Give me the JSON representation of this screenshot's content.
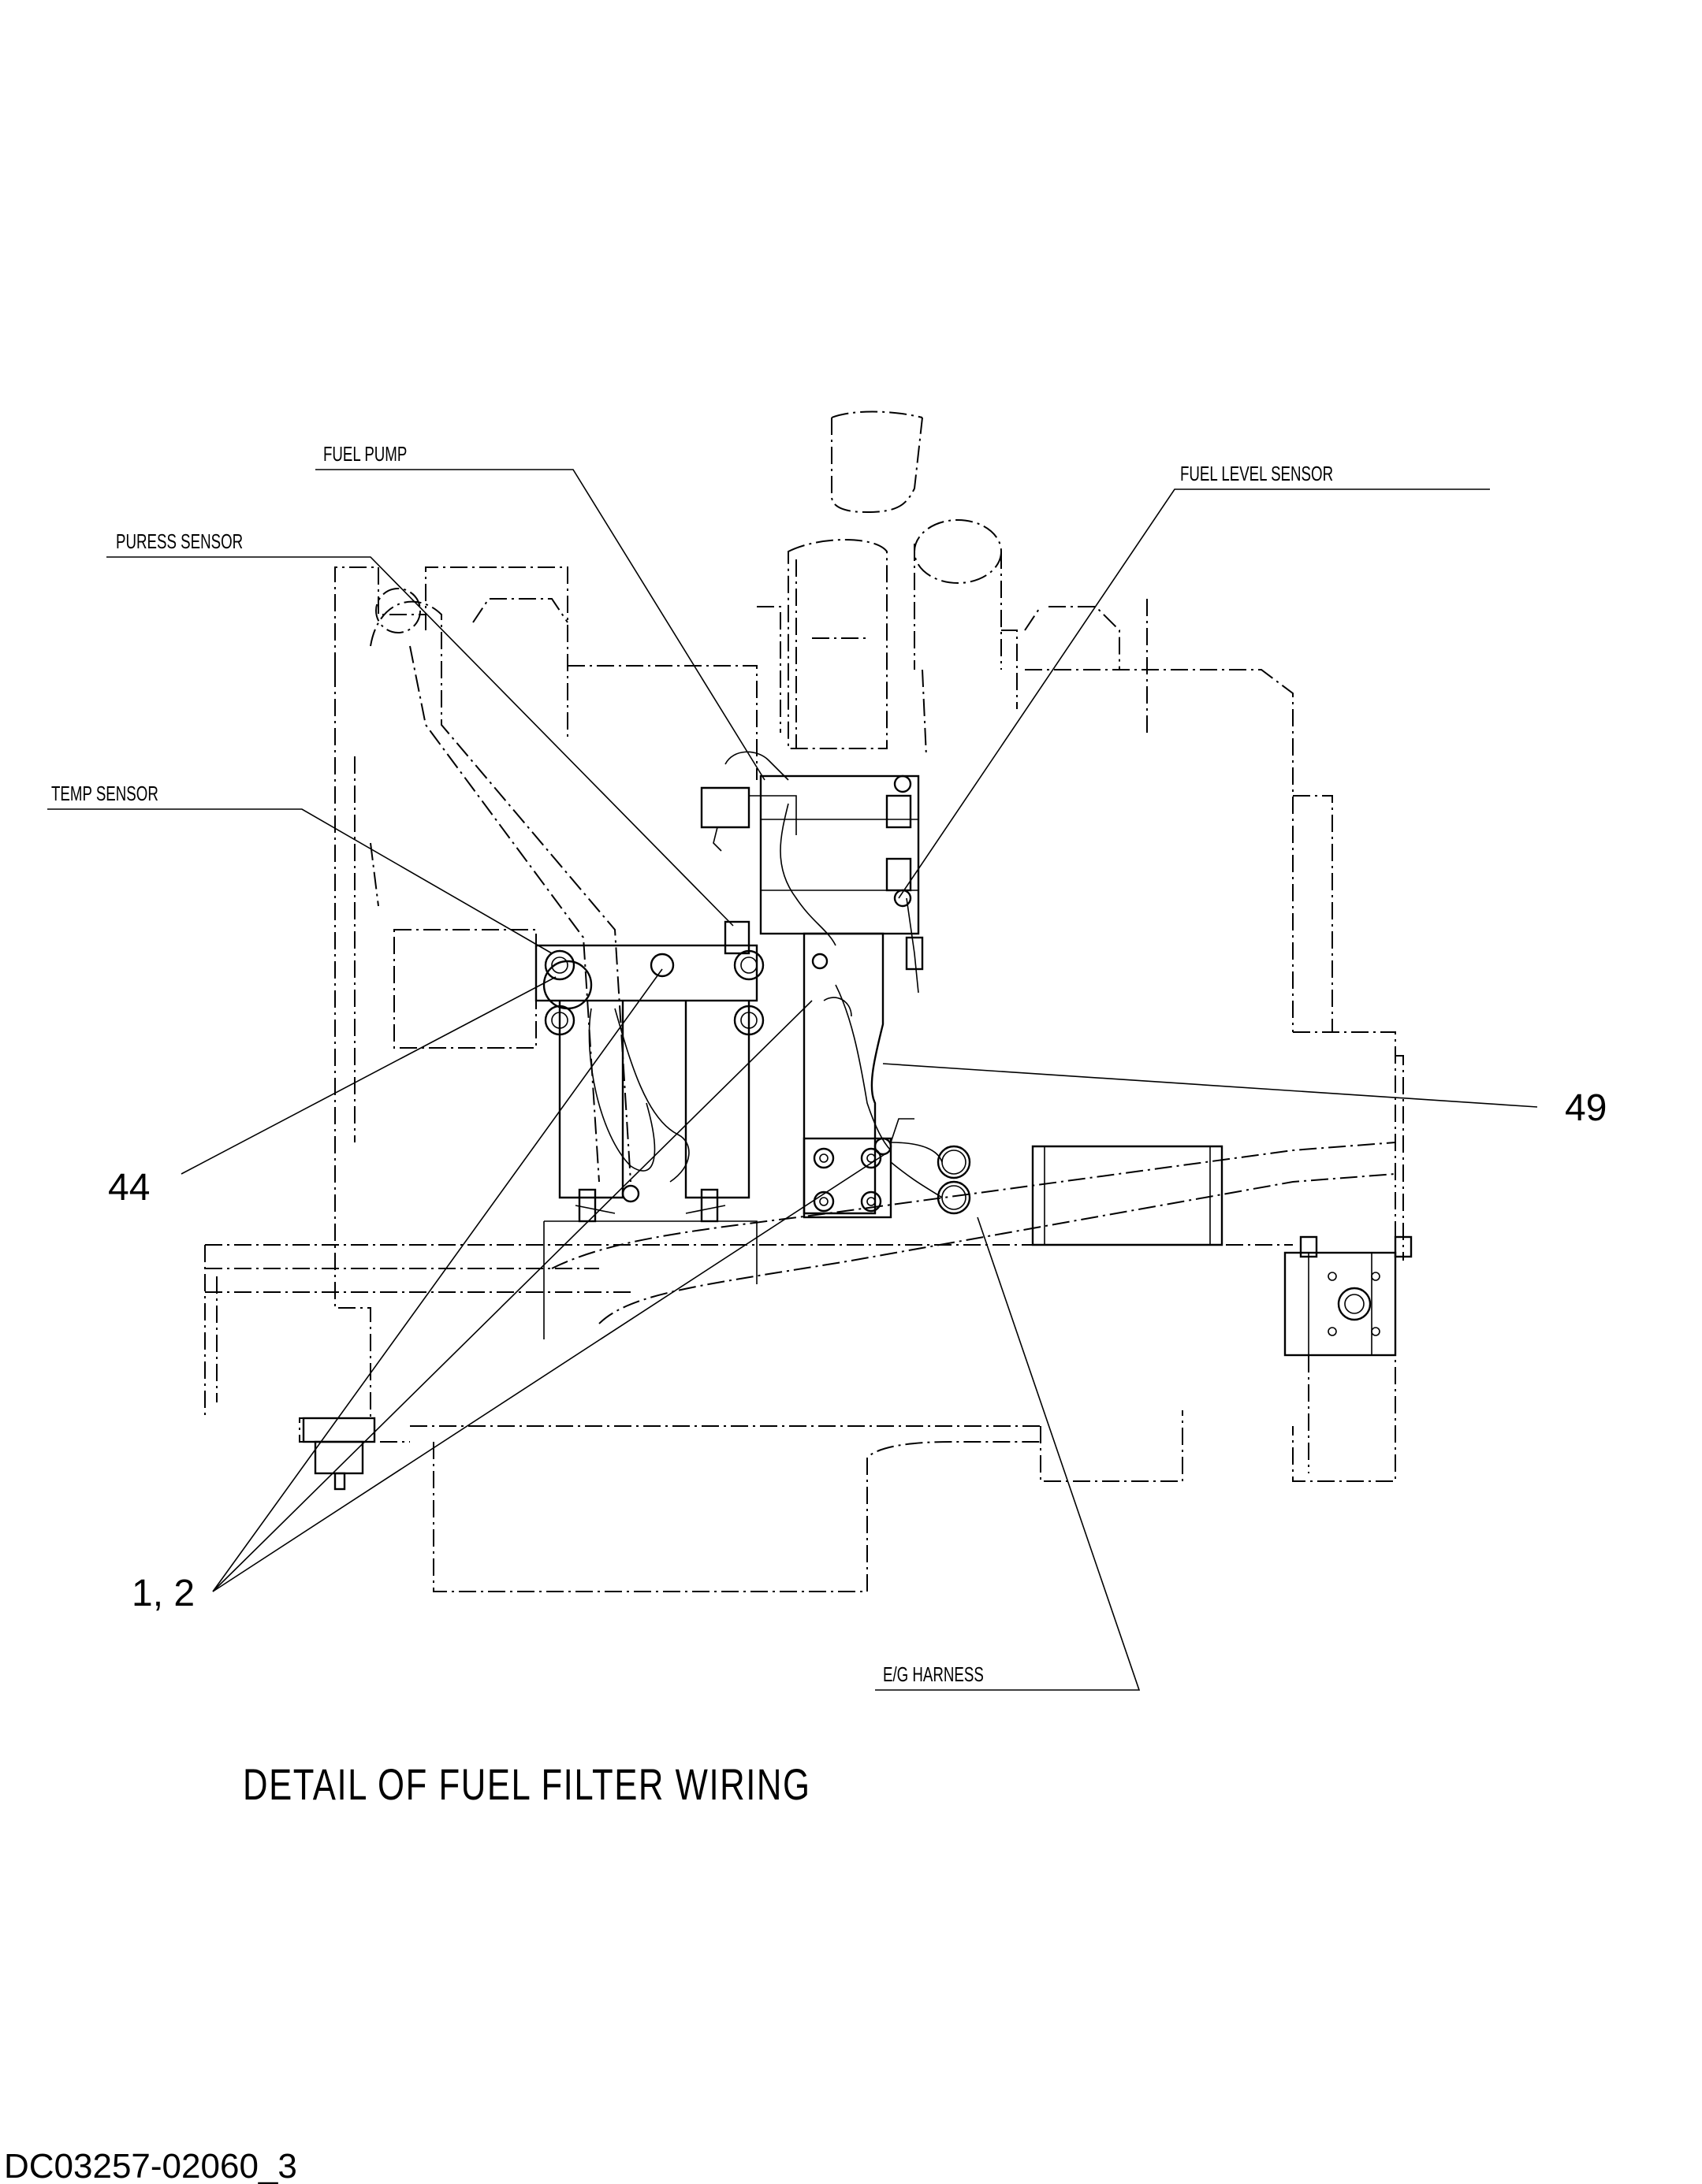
{
  "labels": {
    "fuel_pump": "FUEL PUMP",
    "puress_sensor": "PURESS SENSOR",
    "fuel_level_sensor": "FUEL LEVEL SENSOR",
    "temp_sensor": "TEMP SENSOR",
    "eg_harness": "E/G HARNESS"
  },
  "callouts": {
    "item_44": "44",
    "item_49": "49",
    "item_1_2": "1, 2"
  },
  "title": "DETAIL OF FUEL FILTER WIRING",
  "document_code": "DC03257-02060_3"
}
